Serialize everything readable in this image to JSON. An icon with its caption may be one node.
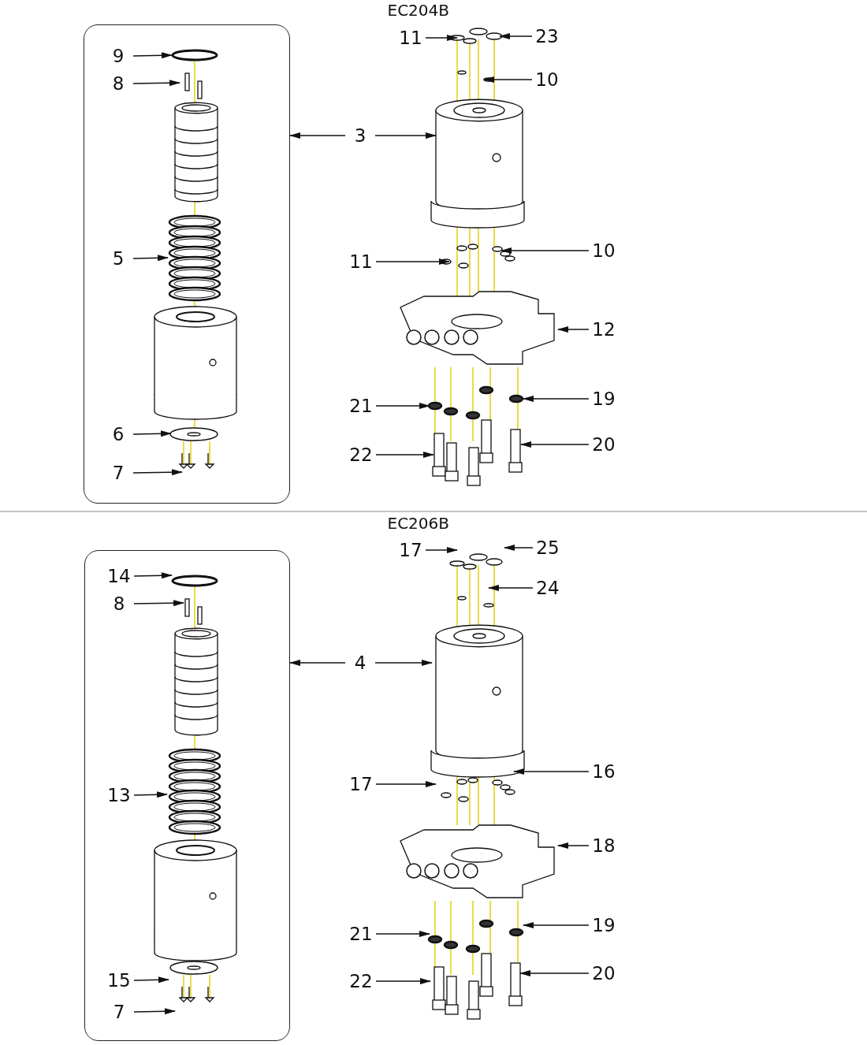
{
  "diagram": {
    "nodes": [
      {
        "text": [],
        "shape": "box"
      },
      {
        "text": [
          "9"
        ],
        "in": 0
      },
      {
        "text": [
          "8"
        ],
        "in": 0
      },
      {
        "text": [
          "5"
        ],
        "in": 0
      },
      {
        "text": [
          "6"
        ],
        "in": 0
      },
      {
        "text": [
          "7"
        ],
        "in": 0
      },
      {
        "text": [
          "11"
        ]
      },
      {
        "text": [
          "23"
        ]
      },
      {
        "text": [
          "10"
        ]
      },
      {
        "text": [
          "3"
        ]
      },
      {
        "text": [
          "11"
        ]
      },
      {
        "text": [
          "10"
        ]
      },
      {
        "text": [
          "12"
        ]
      },
      {
        "text": [
          "21"
        ]
      },
      {
        "text": [
          "19"
        ]
      },
      {
        "text": [
          "22"
        ]
      },
      {
        "text": [
          "20"
        ]
      },
      {
        "text": [],
        "shape": "box"
      },
      {
        "text": [
          "14"
        ],
        "in": 17
      },
      {
        "text": [
          "8"
        ],
        "in": 17
      },
      {
        "text": [
          "13"
        ],
        "in": 17
      },
      {
        "text": [
          "15"
        ],
        "in": 17
      },
      {
        "text": [
          "7"
        ],
        "in": 17
      },
      {
        "text": [
          "17"
        ]
      },
      {
        "text": [
          "25"
        ]
      },
      {
        "text": [
          "24"
        ]
      },
      {
        "text": [
          "4"
        ]
      },
      {
        "text": [
          "17"
        ]
      },
      {
        "text": [
          "16"
        ]
      },
      {
        "text": [
          "18"
        ]
      },
      {
        "text": [
          "21"
        ]
      },
      {
        "text": [
          "19"
        ]
      },
      {
        "text": [
          "22"
        ]
      },
      {
        "text": [
          "20"
        ]
      }
    ],
    "edges": [
      {
        "from": 1,
        "to": null,
        "arrow": "to"
      },
      {
        "from": 2,
        "to": null,
        "arrow": "to"
      },
      {
        "from": 3,
        "to": null,
        "arrow": "to"
      },
      {
        "from": 4,
        "to": null,
        "arrow": "to"
      },
      {
        "from": 5,
        "to": null,
        "arrow": "to"
      },
      {
        "from": 6,
        "to": null,
        "arrow": "to"
      },
      {
        "from": 7,
        "to": null,
        "arrow": "to"
      },
      {
        "from": 8,
        "to": null,
        "arrow": "to"
      },
      {
        "from": 9,
        "to": 0,
        "arrow": "to"
      },
      {
        "from": 9,
        "to": null,
        "arrow": "to"
      },
      {
        "from": 10,
        "to": null,
        "arrow": "to"
      },
      {
        "from": 11,
        "to": null,
        "arrow": "to"
      },
      {
        "from": 12,
        "to": null,
        "arrow": "to"
      },
      {
        "from": 13,
        "to": null,
        "arrow": "to"
      },
      {
        "from": 14,
        "to": null,
        "arrow": "to"
      },
      {
        "from": 15,
        "to": null,
        "arrow": "to"
      },
      {
        "from": 16,
        "to": null,
        "arrow": "to"
      },
      {
        "from": 18,
        "to": null,
        "arrow": "to"
      },
      {
        "from": 19,
        "to": null,
        "arrow": "to"
      },
      {
        "from": 20,
        "to": null,
        "arrow": "to"
      },
      {
        "from": 21,
        "to": null,
        "arrow": "to"
      },
      {
        "from": 22,
        "to": null,
        "arrow": "to"
      },
      {
        "from": 23,
        "to": null,
        "arrow": "to"
      },
      {
        "from": 24,
        "to": null,
        "arrow": "to"
      },
      {
        "from": 25,
        "to": null,
        "arrow": "to"
      },
      {
        "from": 26,
        "to": 17,
        "arrow": "to"
      },
      {
        "from": 26,
        "to": null,
        "arrow": "to"
      },
      {
        "from": 27,
        "to": null,
        "arrow": "to"
      },
      {
        "from": 28,
        "to": null,
        "arrow": "to"
      },
      {
        "from": 29,
        "to": null,
        "arrow": "to"
      },
      {
        "from": 30,
        "to": null,
        "arrow": "to"
      },
      {
        "from": 31,
        "to": null,
        "arrow": "to"
      },
      {
        "from": 32,
        "to": null,
        "arrow": "to"
      },
      {
        "from": 33,
        "to": null,
        "arrow": "to"
      }
    ],
    "labels": [
      "EC204B",
      "EC206B"
    ]
  }
}
